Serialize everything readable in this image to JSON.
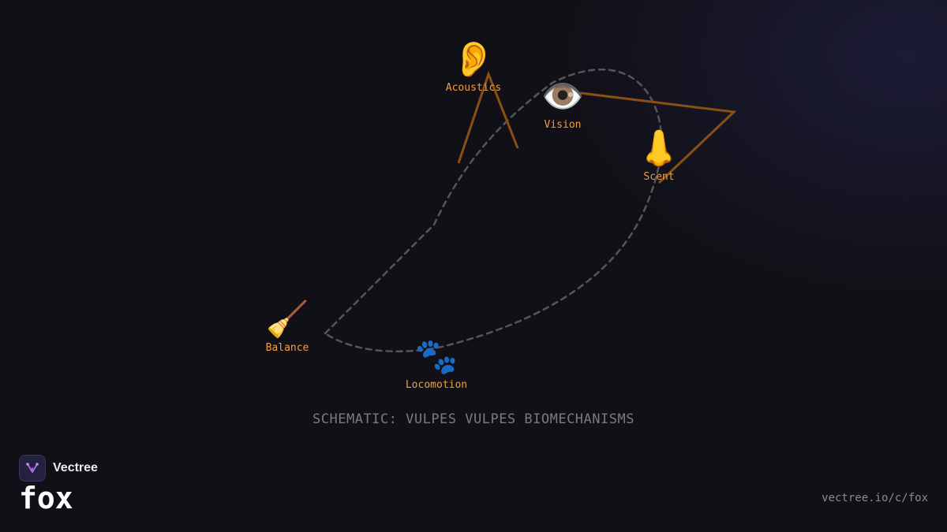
{
  "diagram": {
    "caption": "SCHEMATIC: VULPES VULPES BIOMECHANISMS",
    "nodes": [
      {
        "id": "acoustics",
        "emoji": "👂",
        "label": "Acoustics"
      },
      {
        "id": "vision",
        "emoji": "👁️",
        "label": "Vision"
      },
      {
        "id": "scent",
        "emoji": "👃",
        "label": "Scent"
      },
      {
        "id": "balance",
        "emoji": "🧹",
        "label": "Balance"
      },
      {
        "id": "locomotion",
        "emoji": "🐾",
        "label": "Locomotion"
      }
    ]
  },
  "brand": {
    "name": "Vectree",
    "title": "fox",
    "url": "vectree.io/c/fox"
  },
  "colors": {
    "background": "#111016",
    "label": "#f0a040",
    "ear_stroke": "#8a4f12",
    "outline_dash": "#55555c"
  }
}
